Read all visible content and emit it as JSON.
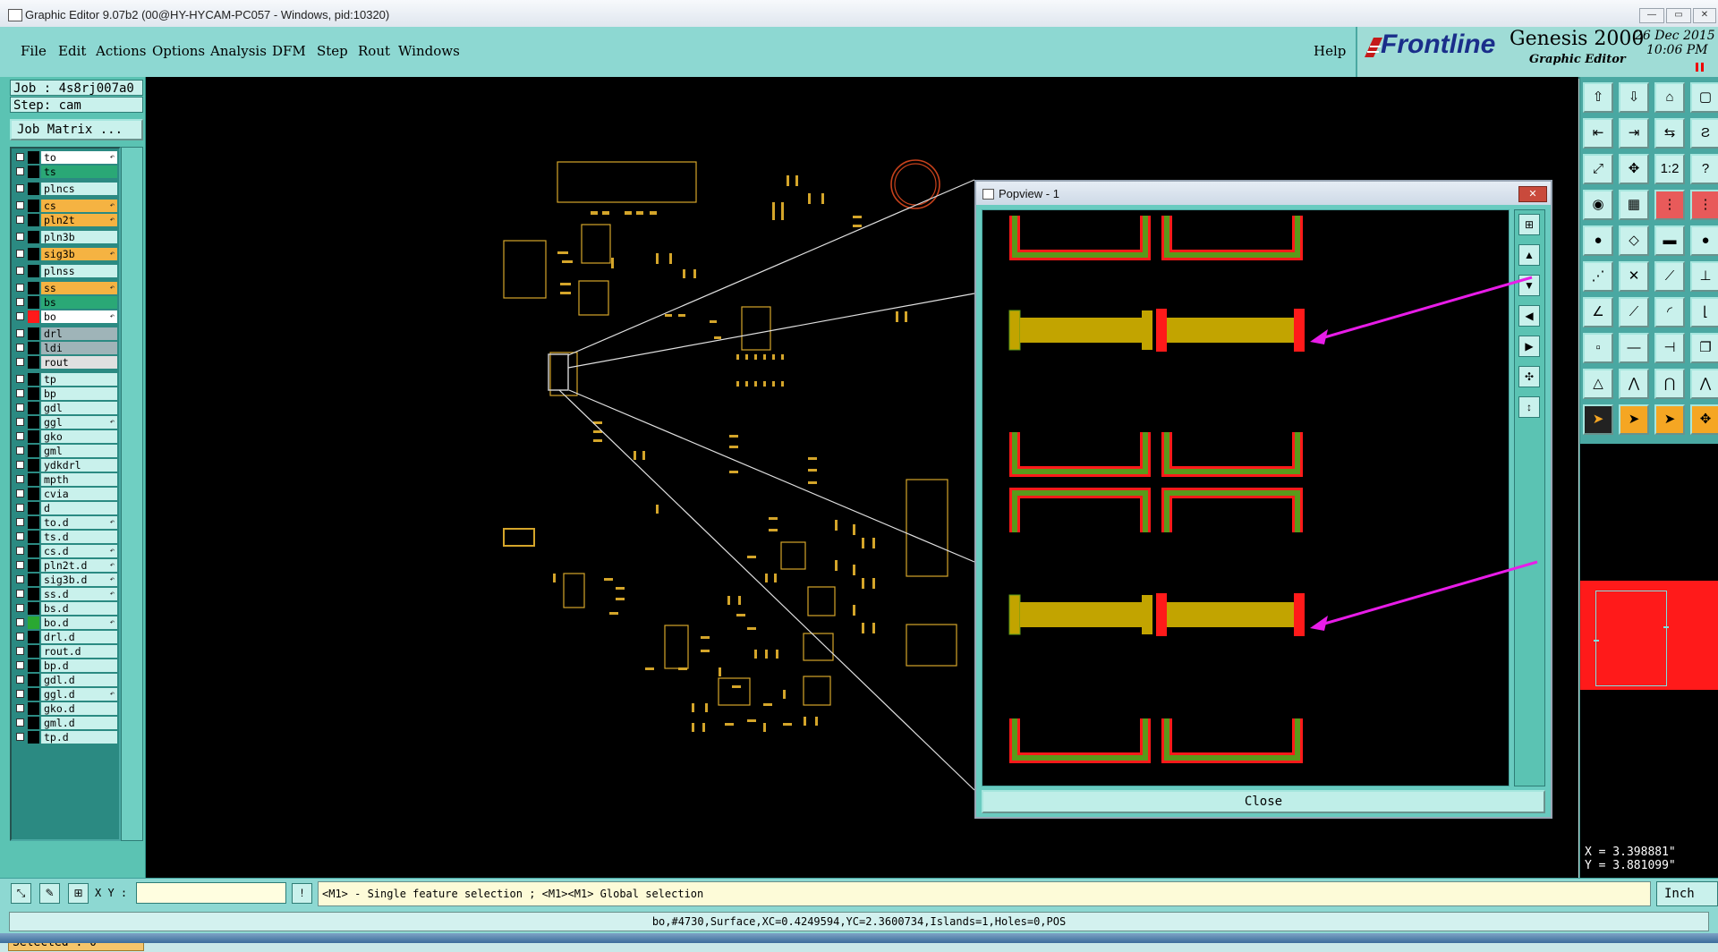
{
  "window": {
    "title": "Graphic Editor 9.07b2 (00@HY-HYCAM-PC057 - Windows, pid:10320)",
    "minimize": "—",
    "maximize": "▭",
    "close": "✕"
  },
  "menu": [
    "File",
    "Edit",
    "Actions",
    "Options",
    "Analysis",
    "DFM",
    "Step",
    "Rout",
    "Windows"
  ],
  "help": "Help",
  "brand": {
    "logo": "Frontline",
    "product": "Genesis 2000",
    "subtitle": "Graphic Editor",
    "date": "26 Dec 2015",
    "time": "10:06 PM"
  },
  "job": {
    "job_label": "Job : 4s8rj007a0",
    "step_label": "Step: cam",
    "matrix_button": "Job Matrix ..."
  },
  "layers": [
    {
      "name": "to",
      "color": "#000000",
      "bg": "#ffffff",
      "mark": "↶"
    },
    {
      "name": "ts",
      "color": "#000000",
      "bg": "#2aa876",
      "mark": ""
    },
    {
      "name": "plncs",
      "color": "#000000",
      "bg": "#c9f1ec",
      "mark": ""
    },
    {
      "name": "cs",
      "color": "#000000",
      "bg": "#f5b342",
      "mark": "↶"
    },
    {
      "name": "pln2t",
      "color": "#000000",
      "bg": "#f5b342",
      "mark": "↶"
    },
    {
      "name": "pln3b",
      "color": "#000000",
      "bg": "#c9f1ec",
      "mark": ""
    },
    {
      "name": "sig3b",
      "color": "#000000",
      "bg": "#f5b342",
      "mark": "↶"
    },
    {
      "name": "plnss",
      "color": "#000000",
      "bg": "#c9f1ec",
      "mark": ""
    },
    {
      "name": "ss",
      "color": "#000000",
      "bg": "#f5b342",
      "mark": "↶"
    },
    {
      "name": "bs",
      "color": "#000000",
      "bg": "#2aa876",
      "mark": ""
    },
    {
      "name": "bo",
      "color": "#ff1a1a",
      "bg": "#ffffff",
      "mark": "↶"
    },
    {
      "name": "drl",
      "color": "#000000",
      "bg": "#9fb4b8",
      "mark": ""
    },
    {
      "name": "ldi",
      "color": "#000000",
      "bg": "#9fb4b8",
      "mark": ""
    },
    {
      "name": "rout",
      "color": "#000000",
      "bg": "#e0e0e0",
      "mark": ""
    },
    {
      "name": "tp",
      "color": "#000000",
      "bg": "#c9f1ec",
      "mark": ""
    },
    {
      "name": "bp",
      "color": "#000000",
      "bg": "#c9f1ec",
      "mark": ""
    },
    {
      "name": "gdl",
      "color": "#000000",
      "bg": "#c9f1ec",
      "mark": ""
    },
    {
      "name": "ggl",
      "color": "#000000",
      "bg": "#c9f1ec",
      "mark": "↶"
    },
    {
      "name": "gko",
      "color": "#000000",
      "bg": "#c9f1ec",
      "mark": ""
    },
    {
      "name": "gml",
      "color": "#000000",
      "bg": "#c9f1ec",
      "mark": ""
    },
    {
      "name": "ydkdrl",
      "color": "#000000",
      "bg": "#c9f1ec",
      "mark": ""
    },
    {
      "name": "mpth",
      "color": "#000000",
      "bg": "#c9f1ec",
      "mark": ""
    },
    {
      "name": "cvia",
      "color": "#000000",
      "bg": "#c9f1ec",
      "mark": ""
    },
    {
      "name": "d",
      "color": "#000000",
      "bg": "#c9f1ec",
      "mark": ""
    },
    {
      "name": "to.d",
      "color": "#000000",
      "bg": "#c9f1ec",
      "mark": "↶"
    },
    {
      "name": "ts.d",
      "color": "#000000",
      "bg": "#c9f1ec",
      "mark": ""
    },
    {
      "name": "cs.d",
      "color": "#000000",
      "bg": "#c9f1ec",
      "mark": "↶"
    },
    {
      "name": "pln2t.d",
      "color": "#000000",
      "bg": "#c9f1ec",
      "mark": "↶"
    },
    {
      "name": "sig3b.d",
      "color": "#000000",
      "bg": "#c9f1ec",
      "mark": "↶"
    },
    {
      "name": "ss.d",
      "color": "#000000",
      "bg": "#c9f1ec",
      "mark": "↶"
    },
    {
      "name": "bs.d",
      "color": "#000000",
      "bg": "#c9f1ec",
      "mark": ""
    },
    {
      "name": "bo.d",
      "color": "#2aa832",
      "bg": "#c9f1ec",
      "mark": "↶"
    },
    {
      "name": "drl.d",
      "color": "#000000",
      "bg": "#c9f1ec",
      "mark": ""
    },
    {
      "name": "rout.d",
      "color": "#000000",
      "bg": "#c9f1ec",
      "mark": ""
    },
    {
      "name": "bp.d",
      "color": "#000000",
      "bg": "#c9f1ec",
      "mark": ""
    },
    {
      "name": "gdl.d",
      "color": "#000000",
      "bg": "#c9f1ec",
      "mark": ""
    },
    {
      "name": "ggl.d",
      "color": "#000000",
      "bg": "#c9f1ec",
      "mark": "↶"
    },
    {
      "name": "gko.d",
      "color": "#000000",
      "bg": "#c9f1ec",
      "mark": ""
    },
    {
      "name": "gml.d",
      "color": "#000000",
      "bg": "#c9f1ec",
      "mark": ""
    },
    {
      "name": "tp.d",
      "color": "#000000",
      "bg": "#c9f1ec",
      "mark": ""
    }
  ],
  "selected": "Selected : 0",
  "popview": {
    "title": "Popview - 1",
    "close_button": "Close"
  },
  "coords": {
    "x": "X = 3.398881\"",
    "y": "Y = 3.881099\""
  },
  "command": {
    "xy_label": "X Y :",
    "xy_value": "",
    "message": "<M1> - Single feature selection ; <M1><M1> Global selection",
    "unit": "Inch"
  },
  "feature_info": "bo,#4730,Surface,XC=0.4249594,YC=2.3600734,Islands=1,Holes=0,POS",
  "colors": {
    "feature": "#d4a52a",
    "highlight": "#ff1a1a",
    "pad": "#c2a400",
    "annotation_arrow": "#e81ce8",
    "panel": "#5bc3b3"
  }
}
